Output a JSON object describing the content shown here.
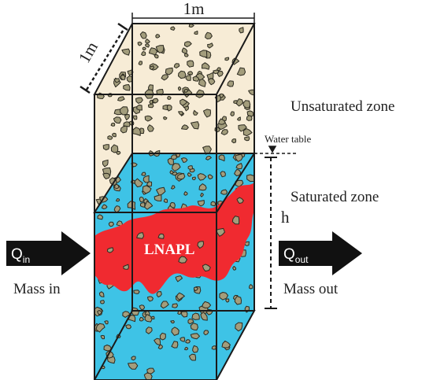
{
  "labels": {
    "top_width": "1m",
    "side_depth": "1m",
    "unsaturated_zone": "Unsaturated zone",
    "water_table": "Water table",
    "saturated_zone": "Saturated zone",
    "height": "h",
    "lnapl": "LNAPL",
    "mass_in": "Mass in",
    "mass_out": "Mass out",
    "q_in_main": "Q",
    "q_in_sub": "in",
    "q_out_main": "Q",
    "q_out_sub": "out"
  },
  "colors": {
    "unsaturated_fill": "#f7ecd6",
    "saturated_fill": "#3ec3e6",
    "lnapl_fill": "#f02a30",
    "pebble_fill": "#a39d7c",
    "pebble_stroke": "#2c2a20",
    "box_stroke": "#1a1a1a",
    "arrow_fill": "#111111"
  }
}
